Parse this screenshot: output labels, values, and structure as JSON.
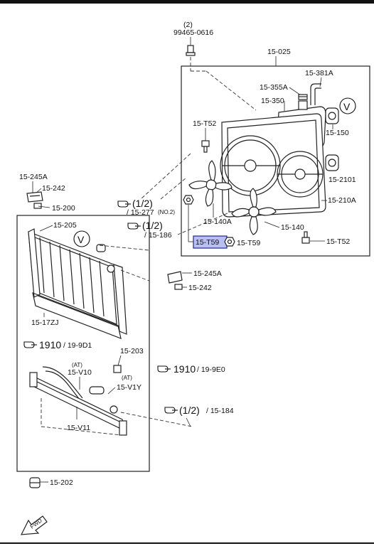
{
  "page": {
    "background": "#ffffff",
    "highlight_color": "#b9bff0",
    "highlight_border": "#1d2a8a"
  },
  "parts": {
    "bolt_99465": {
      "qty": "(2)",
      "number": "99465-0616"
    },
    "assy_15_025": "15-025",
    "p15_381A": "15-381A",
    "p15_355A": "15-355A",
    "p15_350": "15-350",
    "p15_T52_top": "15-T52",
    "p15_150": "15-150",
    "p15_2101": "15-2101",
    "p15_210A": "15-210A",
    "p15_140A": "15-140A",
    "p15_140": "15-140",
    "p15_T59_hl": "15-T59",
    "p15_T59": "15-T59",
    "p15_T52_bottom": "15-T52",
    "p15_245A_top": "15-245A",
    "p15_242_top": "15-242",
    "p15_200": "15-200",
    "p15_205": "15-205",
    "p15_17ZJ": "15-17ZJ",
    "p15_245A_mid": "15-245A",
    "p15_242_mid": "15-242",
    "p15_203": "15-203",
    "p15_V10": "15-V10",
    "p15_V1Y": "15-V1Y",
    "p15_V11": "15-V11",
    "p15_202": "15-202",
    "at_1": "(AT)",
    "at_2": "(AT)",
    "view_mark": "V"
  },
  "refs": {
    "r1": {
      "main": "(1/2)",
      "page": "/ 15-277",
      "note": "(NO.2)"
    },
    "r2": {
      "main": "(1/2)",
      "page": "/ 15-186"
    },
    "r3": {
      "main": "1910",
      "page": "/ 19-9D1"
    },
    "r4": {
      "main": "1910",
      "page": "/ 19-9E0"
    },
    "r5": {
      "main": "(1/2)",
      "page": "/ 15-184"
    }
  },
  "fwd_label": "FWD",
  "icons": [
    "reference-hand-icon",
    "view-circle-icon",
    "forward-arrow-icon"
  ]
}
